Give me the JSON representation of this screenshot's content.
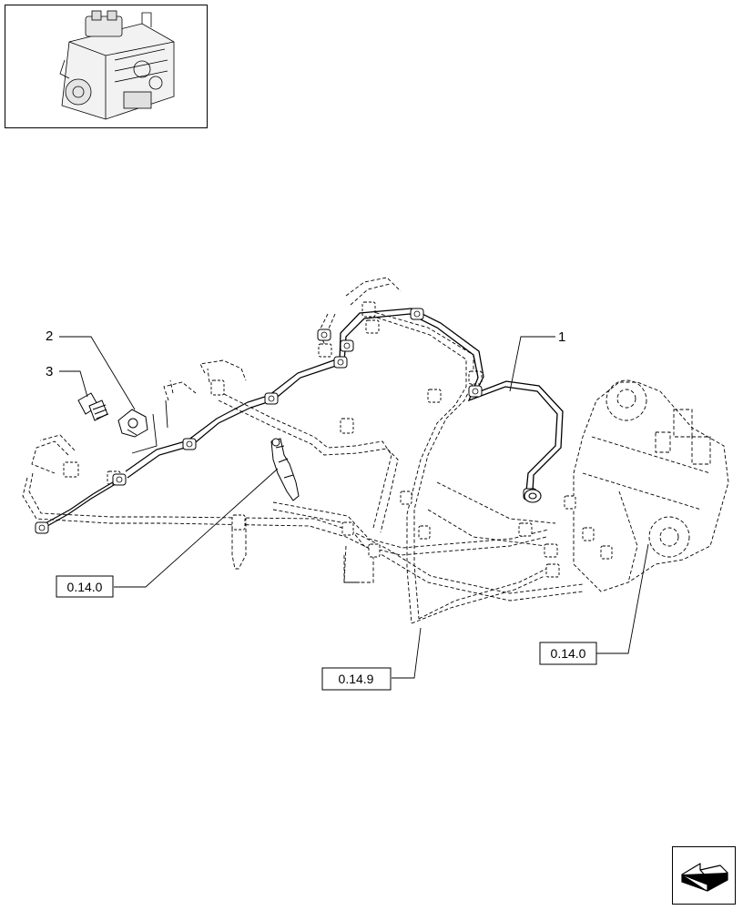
{
  "callouts": {
    "c1": "1",
    "c2": "2",
    "c3": "3"
  },
  "references": {
    "ref_injector": "0.14.0",
    "ref_return_pipes": "0.14.9",
    "ref_pump": "0.14.0"
  },
  "icons": {
    "engine_thumbnail": "engine-thumbnail-icon",
    "next_page": "next-page-arrow-icon"
  }
}
